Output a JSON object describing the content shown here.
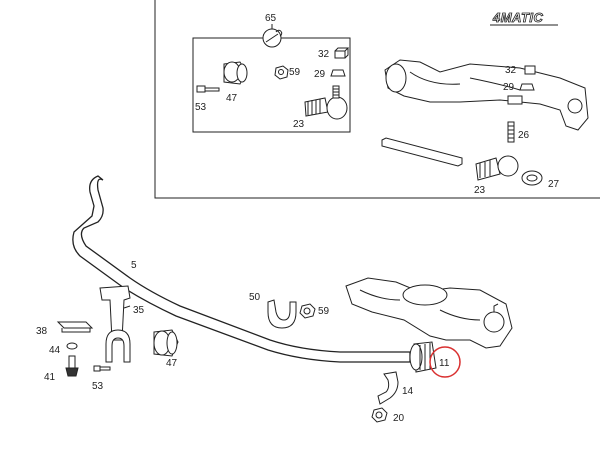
{
  "badge": "4MATIC",
  "highlight_color": "#d93030",
  "labels": {
    "p65": "65",
    "p32a": "32",
    "p29a": "29",
    "p59a": "59",
    "p53a": "53",
    "p47a": "47",
    "p23a": "23",
    "p32b": "32",
    "p29b": "29",
    "p26": "26",
    "p23b": "23",
    "p27": "27",
    "p5": "5",
    "p50": "50",
    "p59b": "59",
    "p35": "35",
    "p38": "38",
    "p44": "44",
    "p41": "41",
    "p53b": "53",
    "p47b": "47",
    "p11": "11",
    "p14": "14",
    "p20": "20"
  }
}
